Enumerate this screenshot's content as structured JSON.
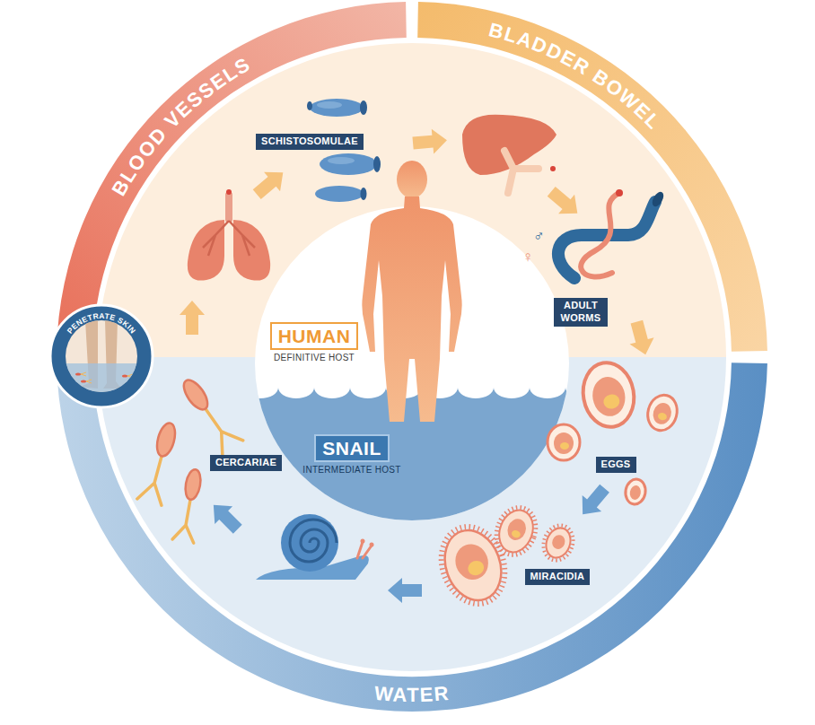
{
  "diagram": {
    "nodes": [
      {
        "text": [
          "PENETRATE SKIN"
        ]
      },
      {
        "text": [
          "SCHISTOSOMULAE"
        ]
      },
      {
        "text": [
          "ADULT WORMS"
        ]
      },
      {
        "text": [
          "EGGS"
        ]
      },
      {
        "text": [
          "MIRACIDIA"
        ]
      },
      {
        "text": [
          "CERCARIAE"
        ]
      },
      {
        "text": [
          "HUMAN",
          "DEFINITIVE HOST"
        ]
      },
      {
        "text": [
          "SNAIL",
          "INTERMEDIATE HOST"
        ]
      }
    ],
    "labels": [
      "BLOOD VESSELS",
      "BLADDER BOWEL",
      "WATER",
      "♂",
      "♀"
    ]
  }
}
